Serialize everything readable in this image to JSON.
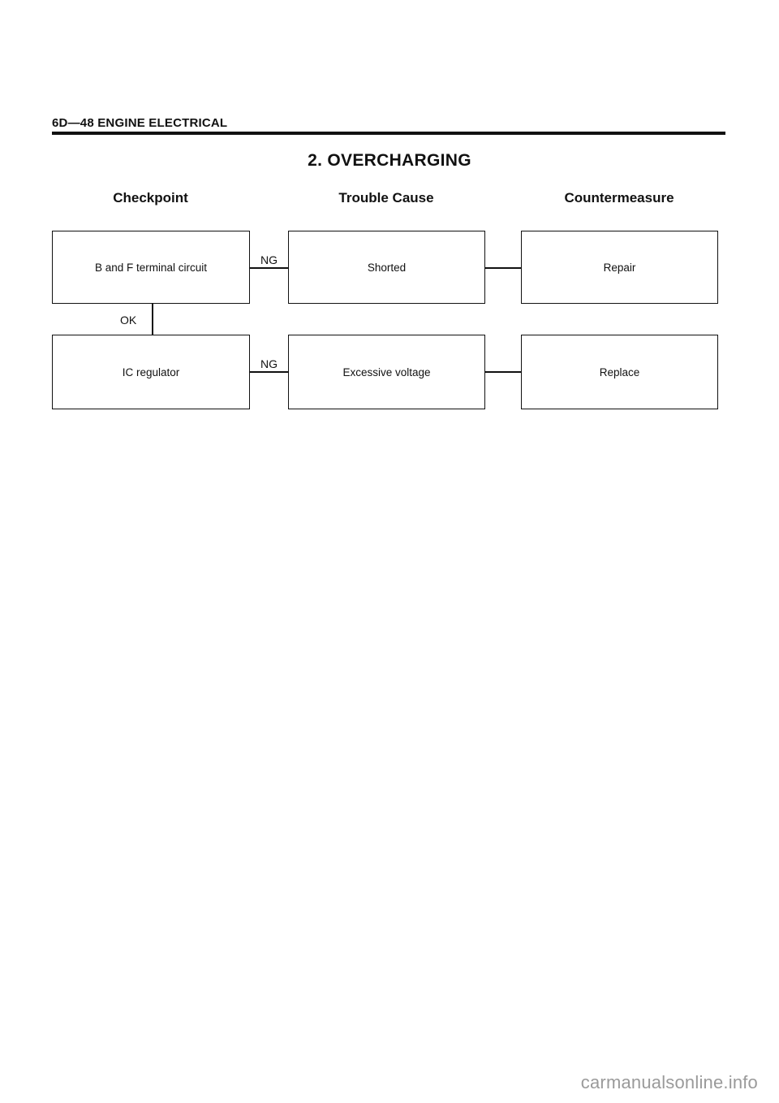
{
  "header": {
    "text": "6D—48 ENGINE ELECTRICAL"
  },
  "section_title": "2. OVERCHARGING",
  "columns": {
    "checkpoint": "Checkpoint",
    "trouble_cause": "Trouble Cause",
    "countermeasure": "Countermeasure"
  },
  "rows": [
    {
      "checkpoint": "B and F terminal circuit",
      "result": "NG",
      "cause": "Shorted",
      "countermeasure": "Repair"
    },
    {
      "checkpoint": "IC regulator",
      "result": "NG",
      "cause": "Excessive voltage",
      "countermeasure": "Replace"
    }
  ],
  "ok_label": "OK",
  "watermark": "carmanualsonline.info"
}
